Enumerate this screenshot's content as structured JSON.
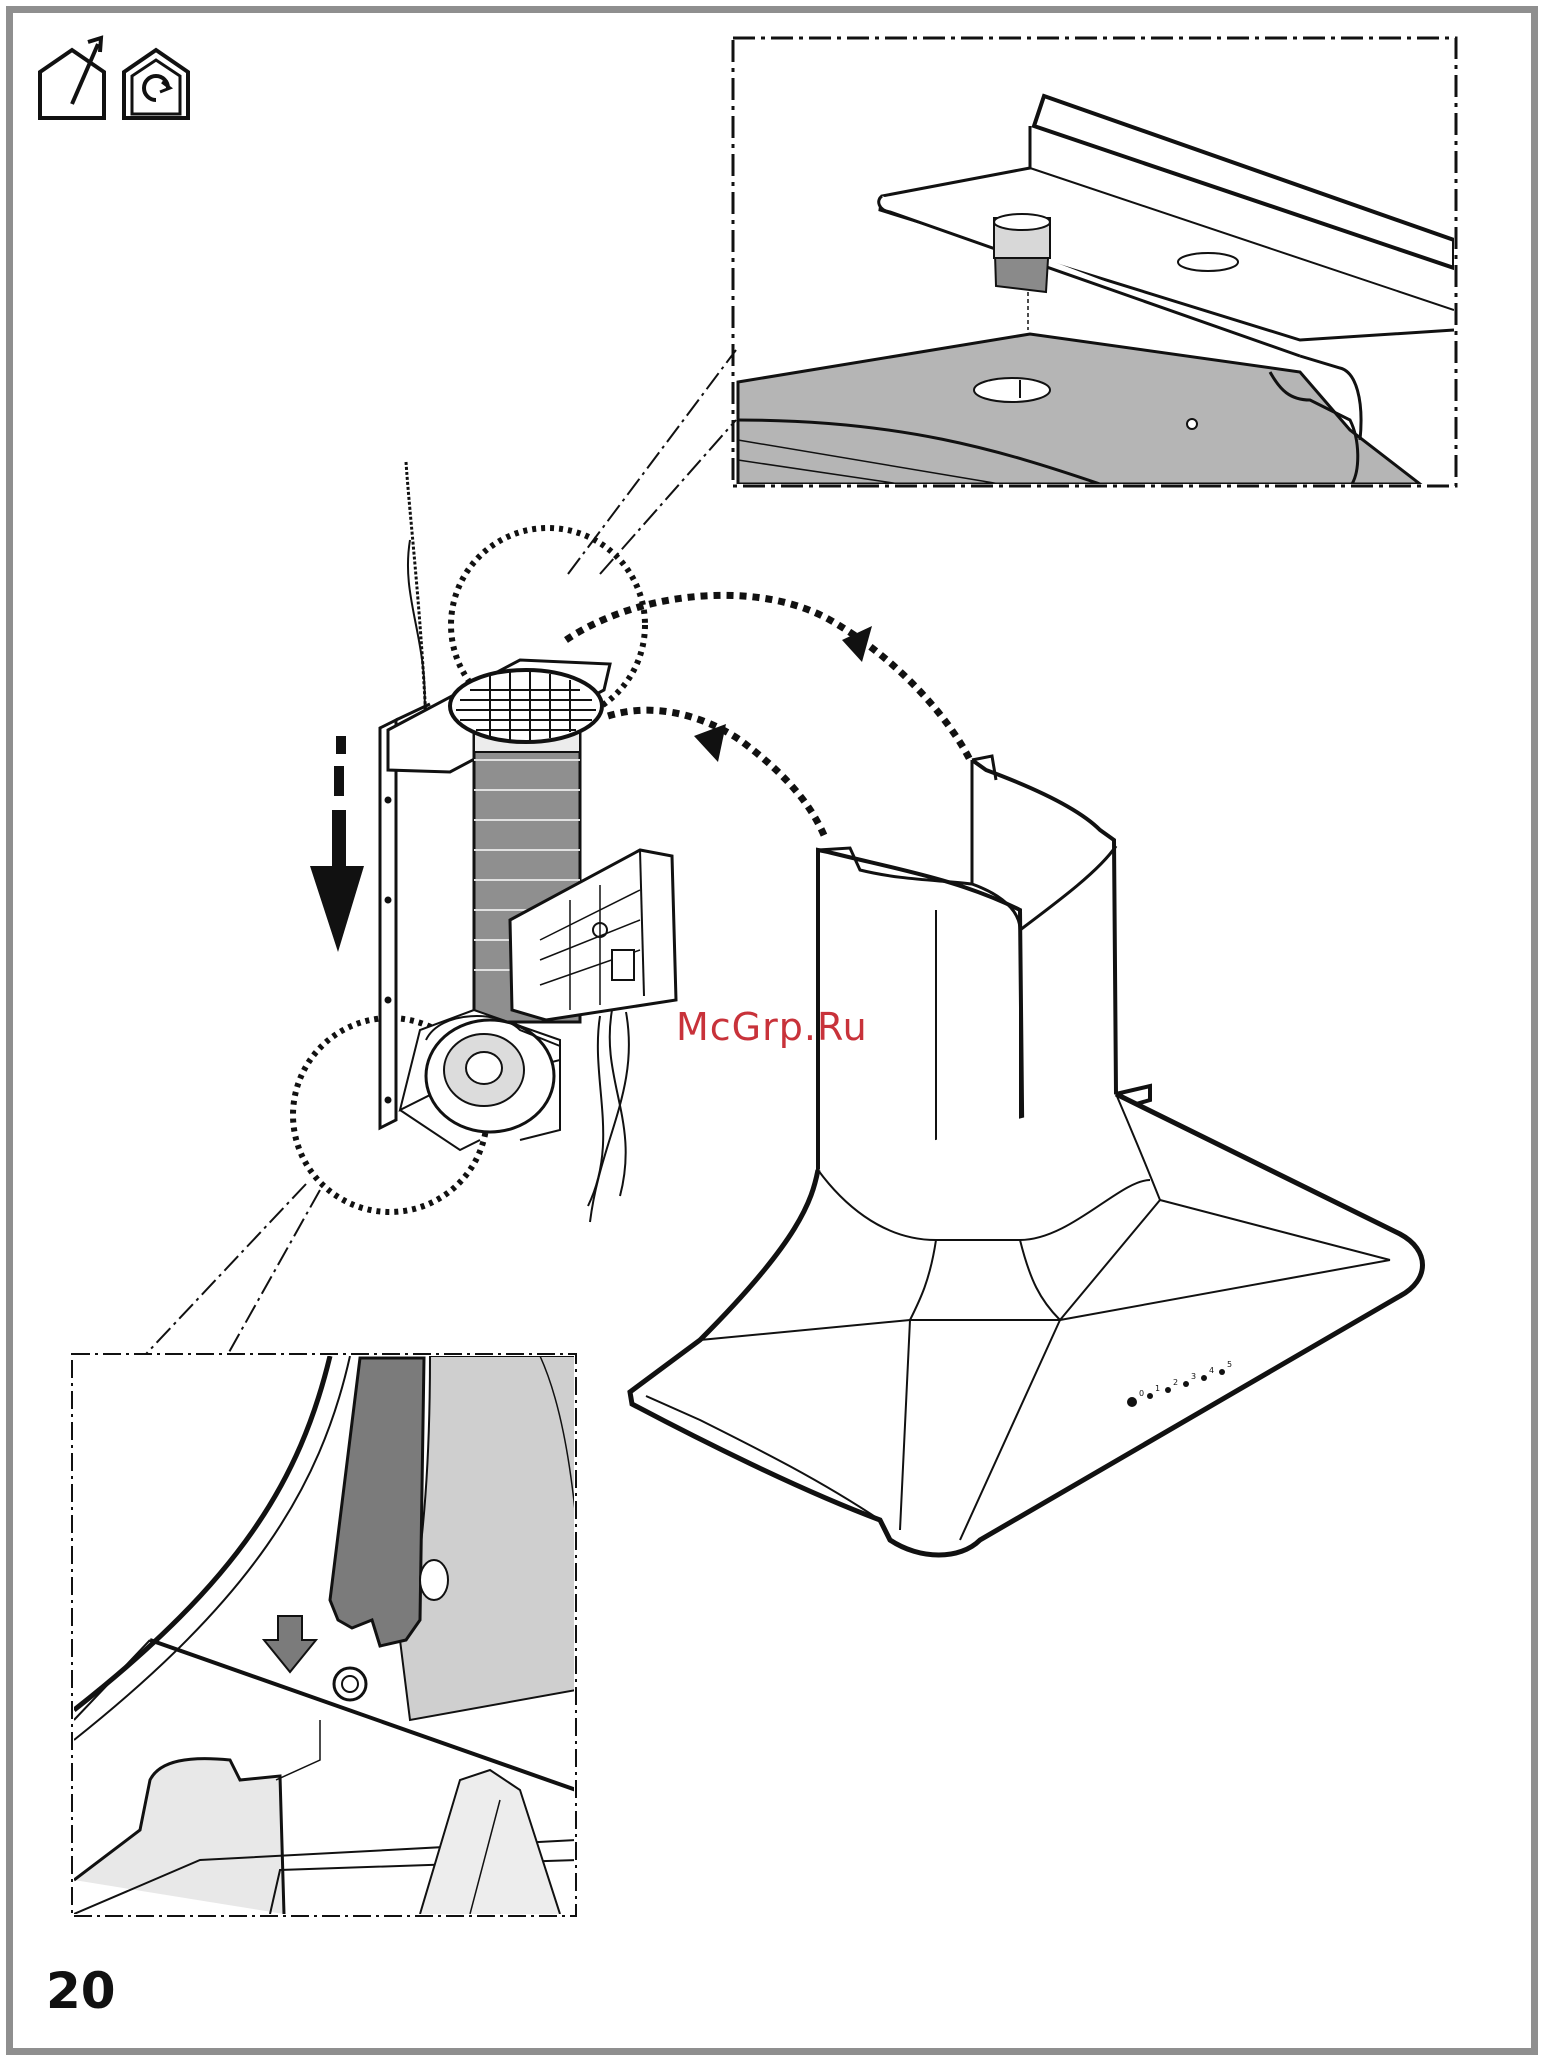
{
  "page": {
    "number": "20"
  },
  "watermark": {
    "text": "McGrp.Ru",
    "color": "#c8323a"
  },
  "header": {
    "icons": [
      "house-exhaust-icon",
      "house-recirculation-icon"
    ]
  },
  "panel": {
    "knob_labels": [
      "0",
      "1",
      "2",
      "3",
      "4",
      "5"
    ]
  },
  "colors": {
    "frame": "#8f8f8f",
    "ink": "#111111",
    "fill_gray": "#b5b5b5",
    "dark_gray": "#7b7b7b"
  }
}
